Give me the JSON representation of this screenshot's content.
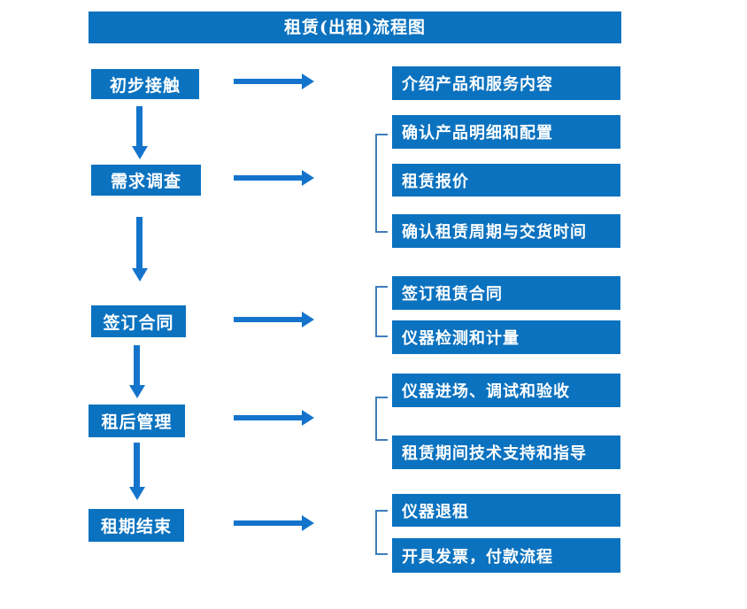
{
  "title": "租赁(出租)流程图",
  "colors": {
    "box_blue": "#0b72bf",
    "arrow_blue": "#1474cc",
    "bracket_blue": "#3d7ebd",
    "text_white": "#ffffff",
    "background": "#ffffff"
  },
  "steps": [
    {
      "label": "初步接触",
      "details": [
        "介绍产品和服务内容"
      ]
    },
    {
      "label": "需求调查",
      "details": [
        "确认产品明细和配置",
        "租赁报价",
        "确认租赁周期与交货时间"
      ]
    },
    {
      "label": "签订合同",
      "details": [
        "签订租赁合同",
        "仪器检测和计量"
      ]
    },
    {
      "label": "租后管理",
      "details": [
        "仪器进场、调试和验收",
        "租赁期间技术支持和指导"
      ]
    },
    {
      "label": "租期结束",
      "details": [
        "仪器退租",
        "开具发票，付款流程"
      ]
    }
  ]
}
